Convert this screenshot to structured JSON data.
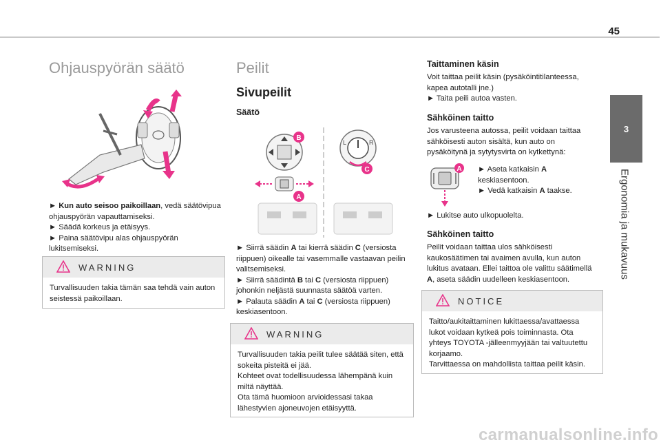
{
  "page": {
    "number": "45",
    "chapter_number": "3",
    "chapter_title": "Ergonomia ja mukavuus"
  },
  "col1": {
    "title": "Ohjauspyörän säätö",
    "steps": [
      {
        "bold": "Kun auto seisoo paikoillaan",
        "text": ", vedä säätövipua ohjauspyörän vapauttamiseksi."
      },
      {
        "bold": "",
        "text": "Säädä korkeus ja etäisyys."
      },
      {
        "bold": "",
        "text": "Paina säätövipu alas ohjauspyörän lukitsemiseksi."
      }
    ],
    "warning": {
      "title": "WARNING",
      "text": "Turvallisuuden takia tämän saa tehdä vain auton seistessä paikoillaan."
    }
  },
  "col2": {
    "title": "Peilit",
    "subtitle": "Sivupeilit",
    "section": "Säätö",
    "labels": {
      "a": "A",
      "b": "B",
      "c": "C"
    },
    "steps": [
      [
        "Siirrä säädin ",
        "A",
        " tai kierrä säädin ",
        "C",
        " (versiosta riippuen) oikealle tai vasemmalle vastaavan peilin valitsemiseksi."
      ],
      [
        "Siirrä säädintä ",
        "B",
        " tai ",
        "C",
        " (versiosta riippuen) johonkin neljästä suunnasta säätöä varten."
      ],
      [
        "Palauta säädin ",
        "A",
        " tai ",
        "C",
        " (versiosta riippuen) keskiasentoon."
      ]
    ],
    "warning": {
      "title": "WARNING",
      "lines": [
        "Turvallisuuden takia peilit tulee säätää siten, että sokeita pisteitä ei jää.",
        "Kohteet ovat todellisuudessa lähempänä kuin miltä näyttää.",
        "Ota tämä huomioon arvioidessasi takaa lähestyvien ajoneuvojen etäisyyttä."
      ]
    }
  },
  "col3": {
    "manual_title": "Taittaminen käsin",
    "manual_text": "Voit taittaa peilit käsin (pysäköintitilanteessa, kapea autotalli jne.)",
    "manual_step": "Taita peili autoa vasten.",
    "electric_title": "Sähköinen taitto",
    "electric_text": "Jos varusteena autossa, peilit voidaan taittaa sähköisesti auton sisältä, kun auto on pysäköitynä ja sytytysvirta on kytkettynä:",
    "electric_steps": [
      [
        "Aseta katkaisin ",
        "A",
        " keskiasentoon."
      ],
      [
        "Vedä katkaisin ",
        "A",
        " taakse."
      ]
    ],
    "unlock_step": "Lukitse auto ulkopuolelta.",
    "electric2_title": "Sähköinen taitto",
    "electric2_text_parts": [
      "Peilit voidaan taittaa ulos sähköisesti kaukosäätimen tai avaimen avulla, kun auton lukitus avataan. Ellei taittoa ole valittu säätimellä ",
      "A",
      ", aseta säädin uudelleen keskiasentoon."
    ],
    "notice": {
      "title": "NOTICE",
      "lines": [
        "Taitto/aukitaittaminen lukittaessa/avattaessa lukot voidaan kytkeä pois toiminnasta. Ota yhteys TOYOTA -jälleenmyyjään tai valtuutettu korjaamo.",
        "Tarvittaessa on mahdollista taittaa peilit käsin."
      ]
    }
  },
  "footer": {
    "watermark": "carmanualsonline.info"
  },
  "colors": {
    "accent": "#e8338a",
    "tab": "#6b6b6b",
    "rule": "#c9c9c9"
  },
  "icons": {
    "arrow": "►",
    "warning": "warning-triangle-icon",
    "notice": "notice-triangle-icon"
  }
}
